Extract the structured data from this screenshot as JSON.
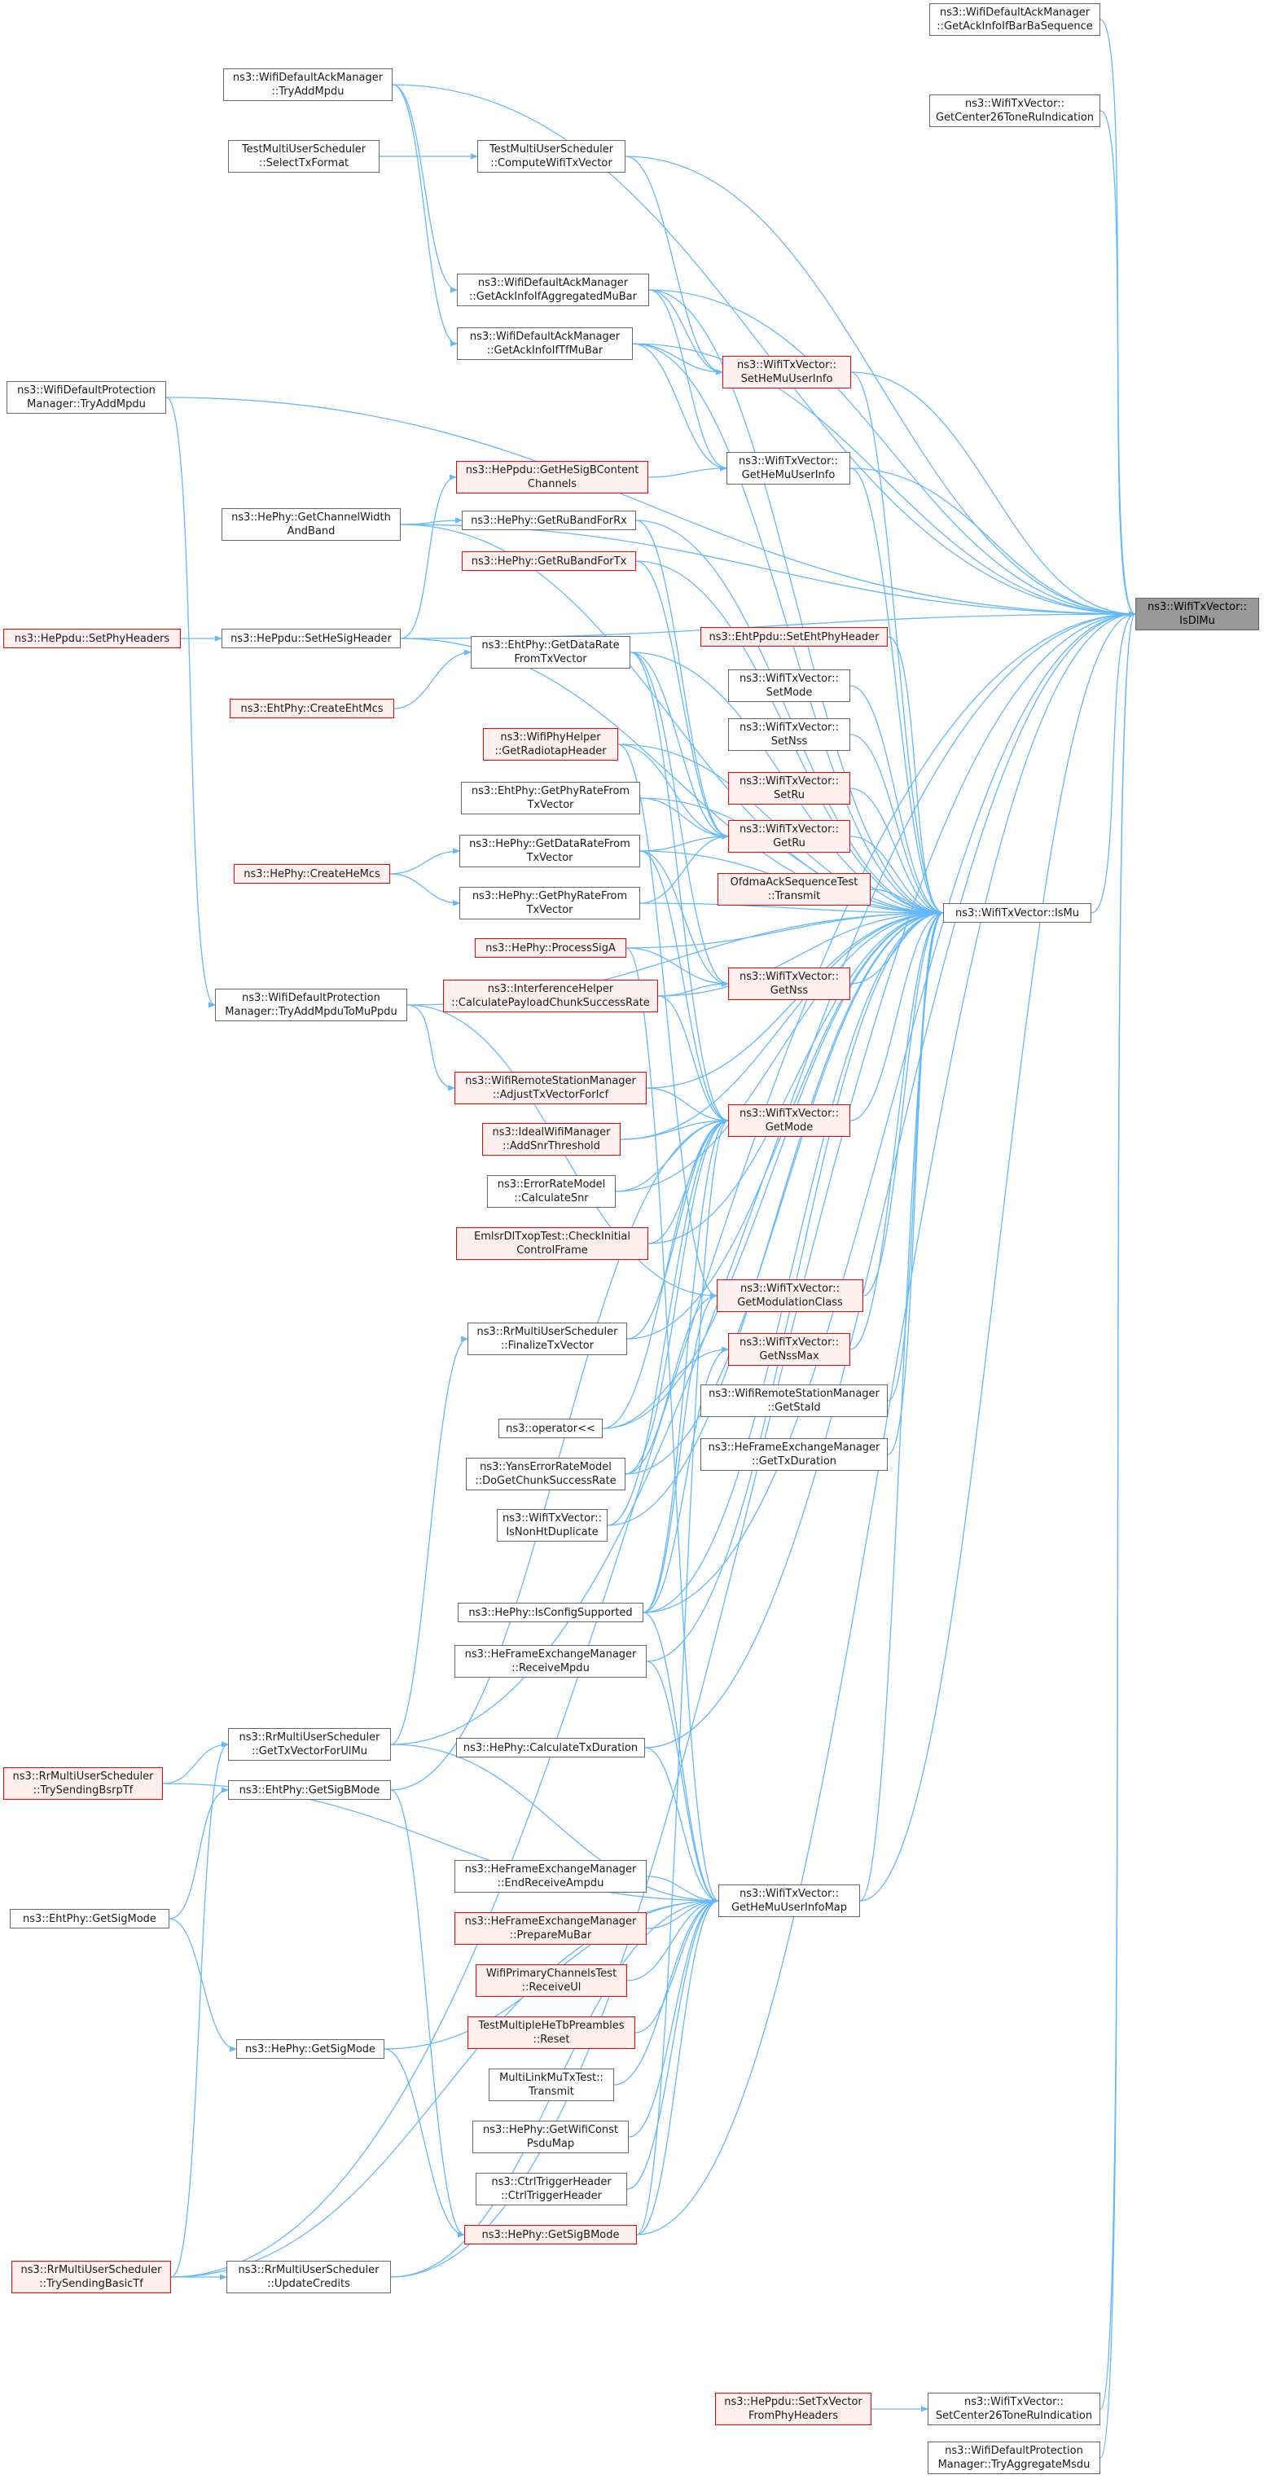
{
  "root": "ns3::WifiTxVector::IsDlMu",
  "colors": {
    "edge": "#63b8ff",
    "node_border": "#666666",
    "highlight_border": "#ff0000",
    "highlight_fill": "#fff0f0",
    "root_fill": "#999999"
  },
  "nodes": [
    {
      "id": "isdlmu",
      "style": "root",
      "lines": [
        "ns3::WifiTxVector::",
        "IsDlMu"
      ]
    },
    {
      "id": "ismu",
      "style": "normal",
      "lines": [
        "ns3::WifiTxVector::IsMu"
      ]
    },
    {
      "id": "getheuim",
      "style": "normal",
      "lines": [
        "ns3::WifiTxVector::",
        "GetHeMuUserInfoMap"
      ]
    },
    {
      "id": "ackbar",
      "style": "normal",
      "lines": [
        "ns3::WifiDefaultAckManager",
        "::GetAckInfoIfBarBaSequence"
      ]
    },
    {
      "id": "center26",
      "style": "normal",
      "lines": [
        "ns3::WifiTxVector::",
        "GetCenter26ToneRuIndication"
      ]
    },
    {
      "id": "tryaddmpdu_ack",
      "style": "normal",
      "lines": [
        "ns3::WifiDefaultAckManager",
        "::TryAddMpdu"
      ]
    },
    {
      "id": "selecttx",
      "style": "normal",
      "lines": [
        "TestMultiUserScheduler",
        "::SelectTxFormat"
      ]
    },
    {
      "id": "computewifi",
      "style": "normal",
      "lines": [
        "TestMultiUserScheduler",
        "::ComputeWifiTxVector"
      ]
    },
    {
      "id": "ackaggmubar",
      "style": "normal",
      "lines": [
        "ns3::WifiDefaultAckManager",
        "::GetAckInfoIfAggregatedMuBar"
      ]
    },
    {
      "id": "acktfmubar",
      "style": "normal",
      "lines": [
        "ns3::WifiDefaultAckManager",
        "::GetAckInfoIfTfMuBar"
      ]
    },
    {
      "id": "setheuser",
      "style": "red",
      "lines": [
        "ns3::WifiTxVector::",
        "SetHeMuUserInfo"
      ]
    },
    {
      "id": "protadd",
      "style": "normal",
      "lines": [
        "ns3::WifiDefaultProtection",
        "Manager::TryAddMpdu"
      ]
    },
    {
      "id": "getheuser",
      "style": "normal",
      "lines": [
        "ns3::WifiTxVector::",
        "GetHeMuUserInfo"
      ]
    },
    {
      "id": "getsigb",
      "style": "red",
      "lines": [
        "ns3::HePpdu::GetHeSigBContent",
        "Channels"
      ]
    },
    {
      "id": "chanwidth",
      "style": "normal",
      "lines": [
        "ns3::HePhy::GetChannelWidth",
        "AndBand"
      ]
    },
    {
      "id": "rubandrx",
      "style": "normal",
      "lines": [
        "ns3::HePhy::GetRuBandForRx"
      ]
    },
    {
      "id": "rubandtx",
      "style": "red",
      "lines": [
        "ns3::HePhy::GetRuBandForTx"
      ]
    },
    {
      "id": "setphyhdr",
      "style": "red",
      "lines": [
        "ns3::HePpdu::SetPhyHeaders"
      ]
    },
    {
      "id": "sethesig",
      "style": "normal",
      "lines": [
        "ns3::HePpdu::SetHeSigHeader"
      ]
    },
    {
      "id": "ehtdatarate",
      "style": "normal",
      "lines": [
        "ns3::EhtPhy::GetDataRate",
        "FromTxVector"
      ]
    },
    {
      "id": "setehtphy",
      "style": "red",
      "lines": [
        "ns3::EhtPpdu::SetEhtPhyHeader"
      ]
    },
    {
      "id": "setmode",
      "style": "normal",
      "lines": [
        "ns3::WifiTxVector::",
        "SetMode"
      ]
    },
    {
      "id": "setnss",
      "style": "normal",
      "lines": [
        "ns3::WifiTxVector::",
        "SetNss"
      ]
    },
    {
      "id": "setru",
      "style": "red",
      "lines": [
        "ns3::WifiTxVector::",
        "SetRu"
      ]
    },
    {
      "id": "createeht",
      "style": "red",
      "lines": [
        "ns3::EhtPhy::CreateEhtMcs"
      ]
    },
    {
      "id": "radiotap",
      "style": "red",
      "lines": [
        "ns3::WifiPhyHelper",
        "::GetRadiotapHeader"
      ]
    },
    {
      "id": "ehtphyrate",
      "style": "normal",
      "lines": [
        "ns3::EhtPhy::GetPhyRateFrom",
        "TxVector"
      ]
    },
    {
      "id": "getru",
      "style": "red",
      "lines": [
        "ns3::WifiTxVector::",
        "GetRu"
      ]
    },
    {
      "id": "hedatarate",
      "style": "normal",
      "lines": [
        "ns3::HePhy::GetDataRateFrom",
        "TxVector"
      ]
    },
    {
      "id": "createhe",
      "style": "red",
      "lines": [
        "ns3::HePhy::CreateHeMcs"
      ]
    },
    {
      "id": "ofdmatransmit",
      "style": "red",
      "lines": [
        "OfdmaAckSequenceTest",
        "::Transmit"
      ]
    },
    {
      "id": "hephyrate",
      "style": "normal",
      "lines": [
        "ns3::HePhy::GetPhyRateFrom",
        "TxVector"
      ]
    },
    {
      "id": "processsiga",
      "style": "red",
      "lines": [
        "ns3::HePhy::ProcessSigA"
      ]
    },
    {
      "id": "getnss",
      "style": "red",
      "lines": [
        "ns3::WifiTxVector::",
        "GetNss"
      ]
    },
    {
      "id": "interference",
      "style": "red",
      "lines": [
        "ns3::InterferenceHelper",
        "::CalculatePayloadChunkSuccessRate"
      ]
    },
    {
      "id": "protmu",
      "style": "normal",
      "lines": [
        "ns3::WifiDefaultProtection",
        "Manager::TryAddMpduToMuPpdu"
      ]
    },
    {
      "id": "adjusttx",
      "style": "red",
      "lines": [
        "ns3::WifiRemoteStationManager",
        "::AdjustTxVectorForIcf"
      ]
    },
    {
      "id": "getmode",
      "style": "red",
      "lines": [
        "ns3::WifiTxVector::",
        "GetMode"
      ]
    },
    {
      "id": "idealsnr",
      "style": "red",
      "lines": [
        "ns3::IdealWifiManager",
        "::AddSnrThreshold"
      ]
    },
    {
      "id": "errorsnr",
      "style": "normal",
      "lines": [
        "ns3::ErrorRateModel",
        "::CalculateSnr"
      ]
    },
    {
      "id": "emlsr",
      "style": "red",
      "lines": [
        "EmlsrDlTxopTest::CheckInitial",
        "ControlFrame"
      ]
    },
    {
      "id": "getmodclass",
      "style": "red",
      "lines": [
        "ns3::WifiTxVector::",
        "GetModulationClass"
      ]
    },
    {
      "id": "finalizetx",
      "style": "normal",
      "lines": [
        "ns3::RrMultiUserScheduler",
        "::FinalizeTxVector"
      ]
    },
    {
      "id": "getnssmax",
      "style": "red",
      "lines": [
        "ns3::WifiTxVector::",
        "GetNssMax"
      ]
    },
    {
      "id": "getstaid",
      "style": "normal",
      "lines": [
        "ns3::WifiRemoteStationManager",
        "::GetStaId"
      ]
    },
    {
      "id": "operatorlt",
      "style": "normal",
      "lines": [
        "ns3::operator<<"
      ]
    },
    {
      "id": "gettxdur",
      "style": "normal",
      "lines": [
        "ns3::HeFrameExchangeManager",
        "::GetTxDuration"
      ]
    },
    {
      "id": "yanserror",
      "style": "normal",
      "lines": [
        "ns3::YansErrorRateModel",
        "::DoGetChunkSuccessRate"
      ]
    },
    {
      "id": "nonht",
      "style": "normal",
      "lines": [
        "ns3::WifiTxVector::",
        "IsNonHtDuplicate"
      ]
    },
    {
      "id": "configsupp",
      "style": "normal",
      "lines": [
        "ns3::HePhy::IsConfigSupported"
      ]
    },
    {
      "id": "recvmpdu",
      "style": "normal",
      "lines": [
        "ns3::HeFrameExchangeManager",
        "::ReceiveMpdu"
      ]
    },
    {
      "id": "gettxforul",
      "style": "normal",
      "lines": [
        "ns3::RrMultiUserScheduler",
        "::GetTxVectorForUlMu"
      ]
    },
    {
      "id": "calctxdur",
      "style": "normal",
      "lines": [
        "ns3::HePhy::CalculateTxDuration"
      ]
    },
    {
      "id": "trybsrp",
      "style": "red",
      "lines": [
        "ns3::RrMultiUserScheduler",
        "::TrySendingBsrpTf"
      ]
    },
    {
      "id": "ehtsigb",
      "style": "normal",
      "lines": [
        "ns3::EhtPhy::GetSigBMode"
      ]
    },
    {
      "id": "endrecv",
      "style": "normal",
      "lines": [
        "ns3::HeFrameExchangeManager",
        "::EndReceiveAmpdu"
      ]
    },
    {
      "id": "ehtsigmode",
      "style": "normal",
      "lines": [
        "ns3::EhtPhy::GetSigMode"
      ]
    },
    {
      "id": "preparemubar",
      "style": "red",
      "lines": [
        "ns3::HeFrameExchangeManager",
        "::PrepareMuBar"
      ]
    },
    {
      "id": "primaryul",
      "style": "red",
      "lines": [
        "WifiPrimaryChannelsTest",
        "::ReceiveUl"
      ]
    },
    {
      "id": "hetbreset",
      "style": "red",
      "lines": [
        "TestMultipleHeTbPreambles",
        "::Reset"
      ]
    },
    {
      "id": "hesigmode",
      "style": "normal",
      "lines": [
        "ns3::HePhy::GetSigMode"
      ]
    },
    {
      "id": "mlmutransmit",
      "style": "normal",
      "lines": [
        "MultiLinkMuTxTest::",
        "Transmit"
      ]
    },
    {
      "id": "constpsdu",
      "style": "normal",
      "lines": [
        "ns3::HePhy::GetWifiConst",
        "PsduMap"
      ]
    },
    {
      "id": "ctrltrig",
      "style": "normal",
      "lines": [
        "ns3::CtrlTriggerHeader",
        "::CtrlTriggerHeader"
      ]
    },
    {
      "id": "hesigb",
      "style": "red",
      "lines": [
        "ns3::HePhy::GetSigBMode"
      ]
    },
    {
      "id": "trybasic",
      "style": "red",
      "lines": [
        "ns3::RrMultiUserScheduler",
        "::TrySendingBasicTf"
      ]
    },
    {
      "id": "updatecred",
      "style": "normal",
      "lines": [
        "ns3::RrMultiUserScheduler",
        "::UpdateCredits"
      ]
    },
    {
      "id": "settxvec",
      "style": "red",
      "lines": [
        "ns3::HePpdu::SetTxVector",
        "FromPhyHeaders"
      ]
    },
    {
      "id": "setcenter26",
      "style": "normal",
      "lines": [
        "ns3::WifiTxVector::",
        "SetCenter26ToneRuIndication"
      ]
    },
    {
      "id": "tryaggmsdu",
      "style": "normal",
      "lines": [
        "ns3::WifiDefaultProtection",
        "Manager::TryAggregateMsdu"
      ]
    }
  ],
  "edges": [
    [
      "ackbar",
      "isdlmu"
    ],
    [
      "center26",
      "isdlmu"
    ],
    [
      "tryaddmpdu_ack",
      "isdlmu"
    ],
    [
      "computewifi",
      "isdlmu"
    ],
    [
      "ackaggmubar",
      "isdlmu"
    ],
    [
      "acktfmubar",
      "isdlmu"
    ],
    [
      "setheuser",
      "isdlmu"
    ],
    [
      "protadd",
      "isdlmu"
    ],
    [
      "getheuser",
      "isdlmu"
    ],
    [
      "ismu",
      "isdlmu"
    ],
    [
      "getheuim",
      "isdlmu"
    ],
    [
      "configsupp",
      "isdlmu"
    ],
    [
      "calctxdur",
      "isdlmu"
    ],
    [
      "trybasic",
      "isdlmu"
    ],
    [
      "setcenter26",
      "isdlmu"
    ],
    [
      "tryaggmsdu",
      "isdlmu"
    ],
    [
      "hesigb",
      "isdlmu"
    ],
    [
      "gettxforul",
      "isdlmu"
    ],
    [
      "chanwidth",
      "isdlmu"
    ],
    [
      "sethesig",
      "isdlmu"
    ],
    [
      "setehtphy",
      "ismu"
    ],
    [
      "setmode",
      "ismu"
    ],
    [
      "setnss",
      "ismu"
    ],
    [
      "setru",
      "ismu"
    ],
    [
      "ofdmatransmit",
      "ismu"
    ],
    [
      "getru",
      "ismu"
    ],
    [
      "getnss",
      "ismu"
    ],
    [
      "getmode",
      "ismu"
    ],
    [
      "getmodclass",
      "ismu"
    ],
    [
      "getnssmax",
      "ismu"
    ],
    [
      "getstaid",
      "ismu"
    ],
    [
      "gettxdur",
      "ismu"
    ],
    [
      "setheuser",
      "ismu"
    ],
    [
      "getheuser",
      "ismu"
    ],
    [
      "rubandrx",
      "ismu"
    ],
    [
      "rubandtx",
      "ismu"
    ],
    [
      "ehtdatarate",
      "ismu"
    ],
    [
      "radiotap",
      "ismu"
    ],
    [
      "ehtphyrate",
      "ismu"
    ],
    [
      "hedatarate",
      "ismu"
    ],
    [
      "hephyrate",
      "ismu"
    ],
    [
      "processsiga",
      "ismu"
    ],
    [
      "interference",
      "ismu"
    ],
    [
      "adjusttx",
      "ismu"
    ],
    [
      "idealsnr",
      "ismu"
    ],
    [
      "errorsnr",
      "ismu"
    ],
    [
      "emlsr",
      "ismu"
    ],
    [
      "finalizetx",
      "ismu"
    ],
    [
      "operatorlt",
      "ismu"
    ],
    [
      "yanserror",
      "ismu"
    ],
    [
      "nonht",
      "ismu"
    ],
    [
      "getheuim",
      "ismu"
    ],
    [
      "configsupp",
      "ismu"
    ],
    [
      "recvmpdu",
      "ismu"
    ],
    [
      "ackaggmubar",
      "ismu"
    ],
    [
      "acktfmubar",
      "ismu"
    ],
    [
      "protmu",
      "ismu"
    ],
    [
      "sethesig",
      "ismu"
    ],
    [
      "chanwidth",
      "ismu"
    ],
    [
      "endrecv",
      "getheuim"
    ],
    [
      "preparemubar",
      "getheuim"
    ],
    [
      "primaryul",
      "getheuim"
    ],
    [
      "hetbreset",
      "getheuim"
    ],
    [
      "mlmutransmit",
      "getheuim"
    ],
    [
      "constpsdu",
      "getheuim"
    ],
    [
      "ctrltrig",
      "getheuim"
    ],
    [
      "hesigb",
      "getheuim"
    ],
    [
      "calctxdur",
      "getheuim"
    ],
    [
      "recvmpdu",
      "getheuim"
    ],
    [
      "configsupp",
      "getheuim"
    ],
    [
      "trybsrp",
      "getheuim"
    ],
    [
      "gettxforul",
      "getheuim"
    ],
    [
      "hesigmode",
      "getheuim"
    ],
    [
      "trybasic",
      "getheuim"
    ],
    [
      "processsiga",
      "getheuim"
    ],
    [
      "selecttx",
      "computewifi"
    ],
    [
      "tryaddmpdu_ack",
      "ackaggmubar"
    ],
    [
      "tryaddmpdu_ack",
      "acktfmubar"
    ],
    [
      "computewifi",
      "setheuser"
    ],
    [
      "ackaggmubar",
      "setheuser"
    ],
    [
      "acktfmubar",
      "setheuser"
    ],
    [
      "ackaggmubar",
      "getheuser"
    ],
    [
      "acktfmubar",
      "getheuser"
    ],
    [
      "getsigb",
      "getheuser"
    ],
    [
      "setphyhdr",
      "sethesig"
    ],
    [
      "sethesig",
      "getsigb"
    ],
    [
      "chanwidth",
      "rubandrx"
    ],
    [
      "createeht",
      "ehtdatarate"
    ],
    [
      "createhe",
      "hedatarate"
    ],
    [
      "createhe",
      "hephyrate"
    ],
    [
      "ehtdatarate",
      "getru"
    ],
    [
      "ehtphyrate",
      "getru"
    ],
    [
      "hedatarate",
      "getru"
    ],
    [
      "hephyrate",
      "getru"
    ],
    [
      "radiotap",
      "getru"
    ],
    [
      "rubandrx",
      "getru"
    ],
    [
      "rubandtx",
      "getru"
    ],
    [
      "ehtdatarate",
      "getnss"
    ],
    [
      "hedatarate",
      "getnss"
    ],
    [
      "processsiga",
      "getnss"
    ],
    [
      "interference",
      "getnss"
    ],
    [
      "ehtdatarate",
      "getmode"
    ],
    [
      "hedatarate",
      "getmode"
    ],
    [
      "interference",
      "getmode"
    ],
    [
      "adjusttx",
      "getmode"
    ],
    [
      "idealsnr",
      "getmode"
    ],
    [
      "errorsnr",
      "getmode"
    ],
    [
      "emlsr",
      "getmode"
    ],
    [
      "operatorlt",
      "getmode"
    ],
    [
      "yanserror",
      "getmode"
    ],
    [
      "nonht",
      "getmode"
    ],
    [
      "configsupp",
      "getmode"
    ],
    [
      "finalizetx",
      "getmode"
    ],
    [
      "protmu",
      "adjusttx"
    ],
    [
      "protmu",
      "getmodclass"
    ],
    [
      "radiotap",
      "getmodclass"
    ],
    [
      "yanserror",
      "getmodclass"
    ],
    [
      "configsupp",
      "getmodclass"
    ],
    [
      "operatorlt",
      "getnssmax"
    ],
    [
      "configsupp",
      "getnssmax"
    ],
    [
      "protadd",
      "protmu"
    ],
    [
      "gettxforul",
      "finalizetx"
    ],
    [
      "trybsrp",
      "gettxforul"
    ],
    [
      "trybasic",
      "gettxforul"
    ],
    [
      "ehtsigmode",
      "ehtsigb"
    ],
    [
      "ehtsigmode",
      "hesigmode"
    ],
    [
      "ehtsigb",
      "hesigb"
    ],
    [
      "hesigmode",
      "hesigb"
    ],
    [
      "updatecred",
      "isdlmu"
    ],
    [
      "trybasic",
      "updatecred"
    ],
    [
      "settxvec",
      "setcenter26"
    ],
    [
      "ehtsigb",
      "getmode"
    ],
    [
      "hesigb",
      "getmode"
    ],
    [
      "updatecred",
      "getheuim"
    ]
  ]
}
